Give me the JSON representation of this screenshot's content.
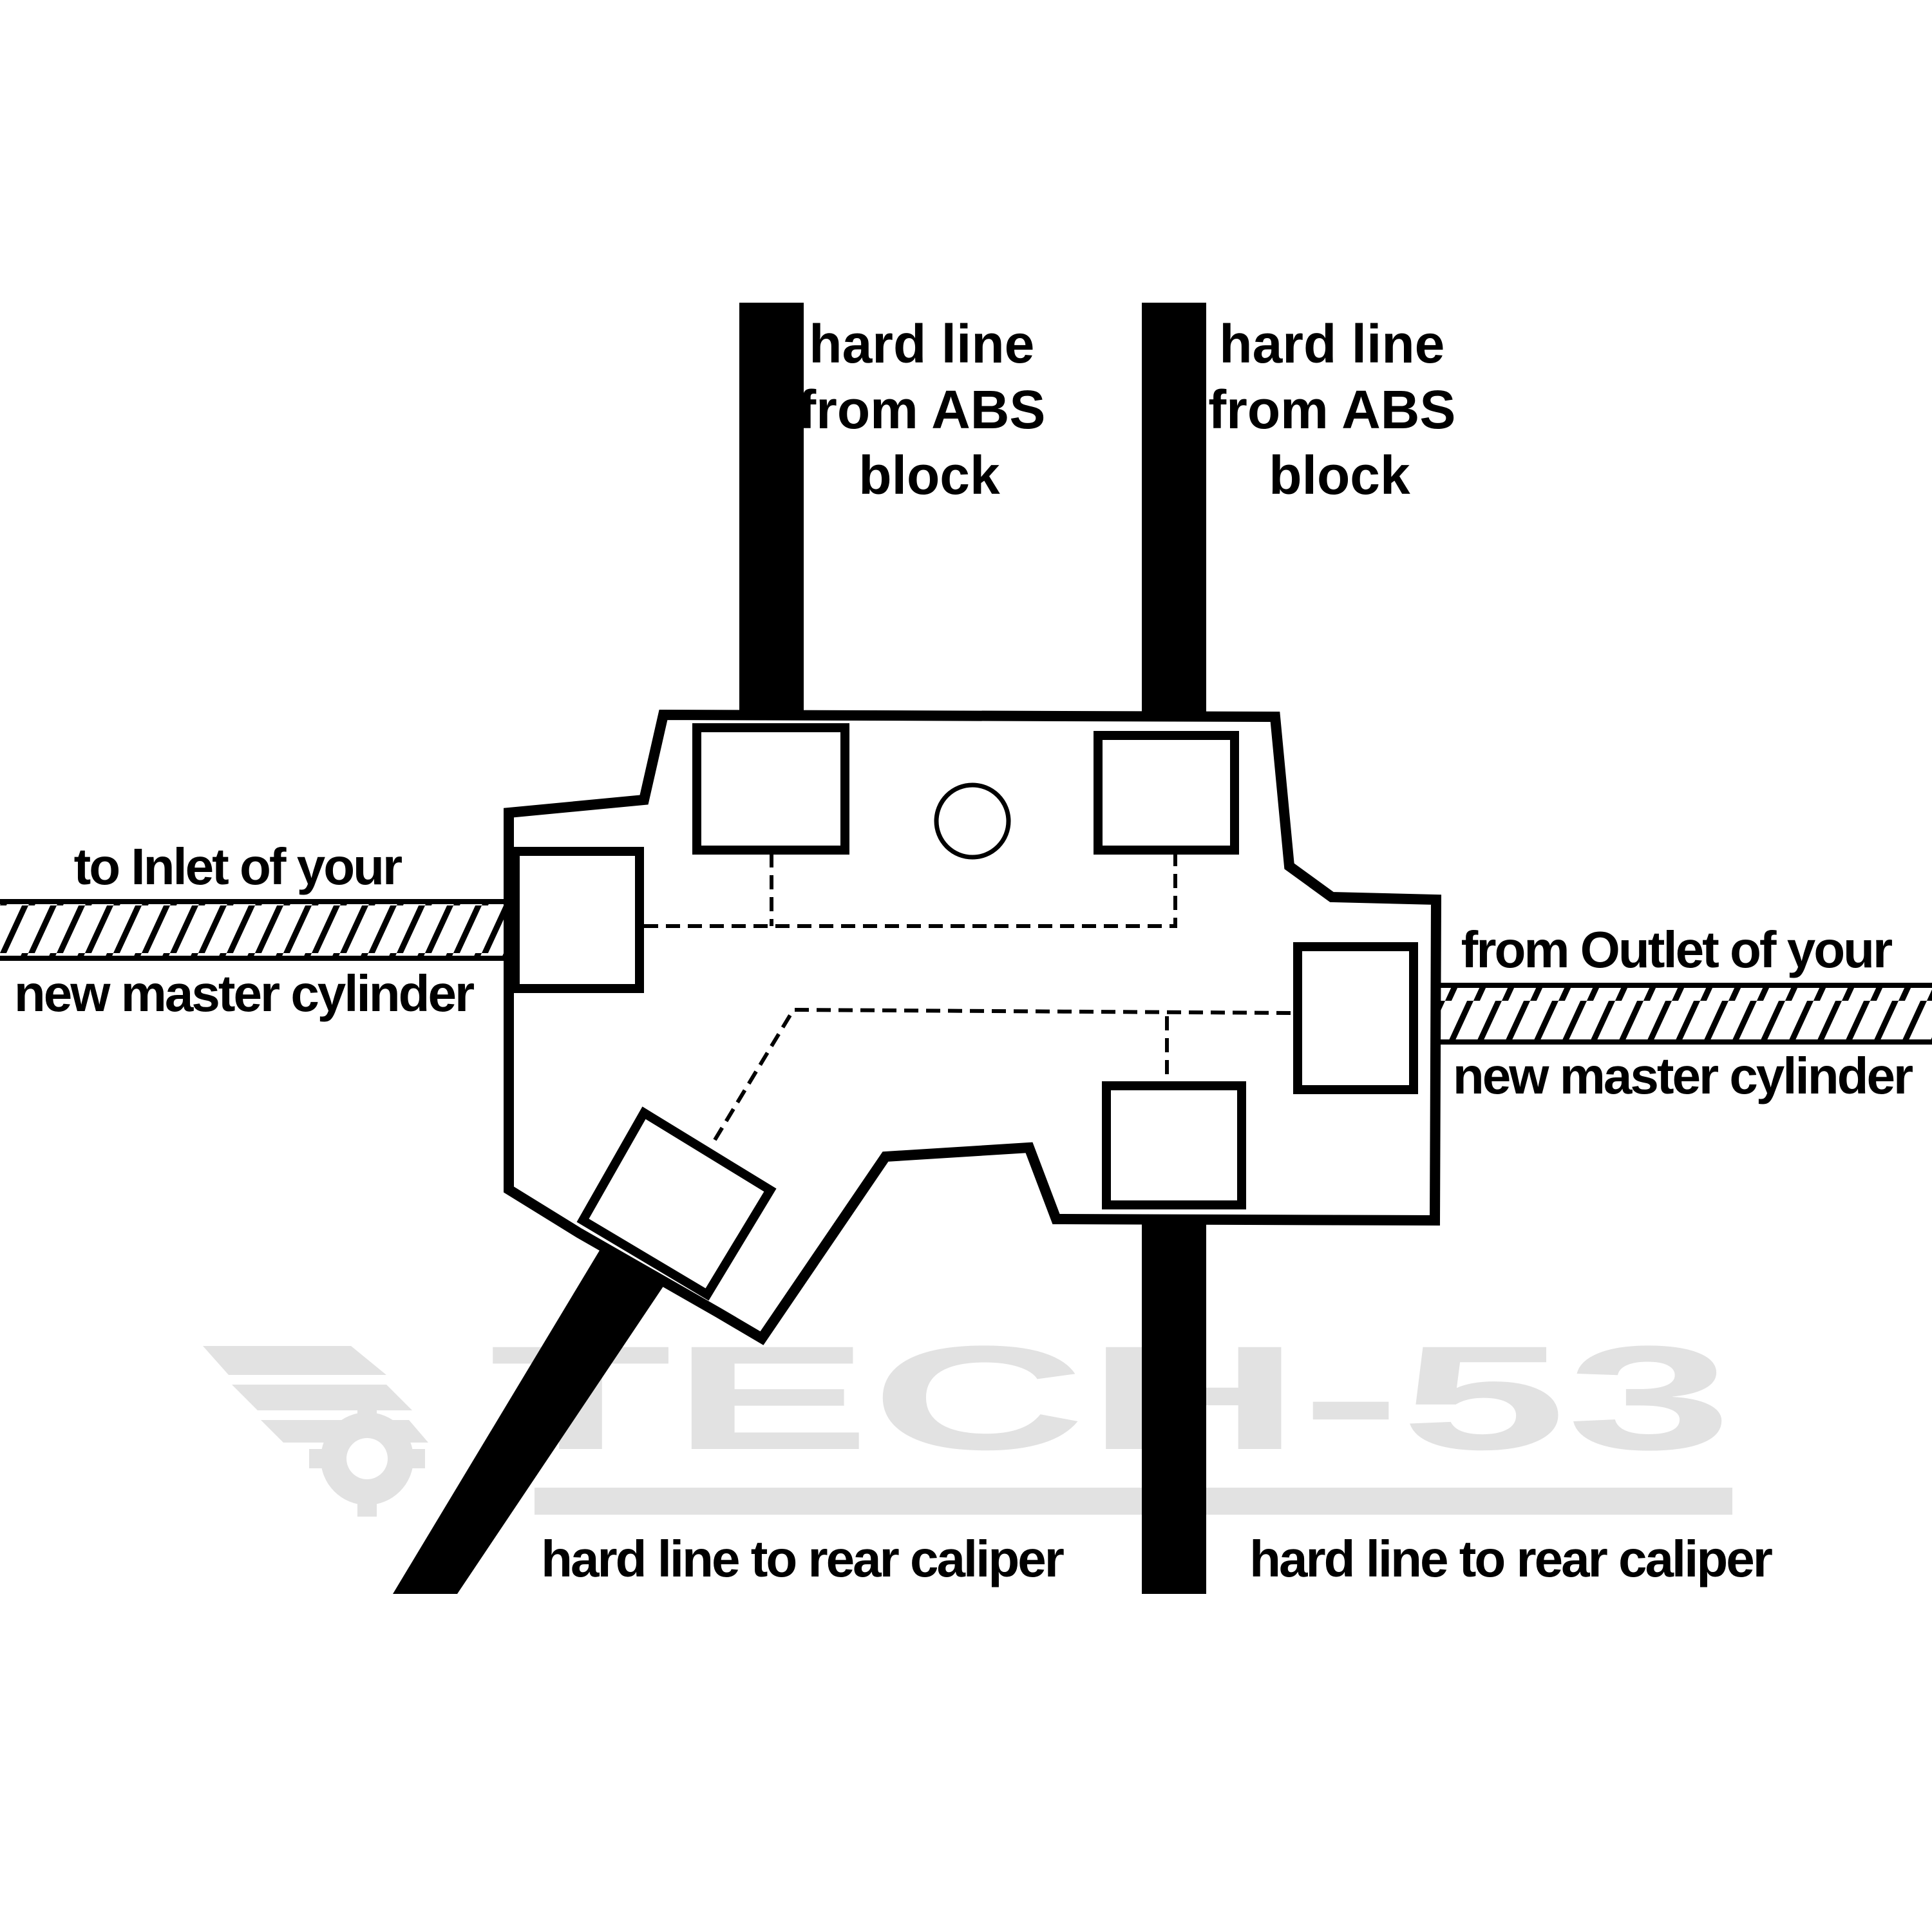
{
  "colors": {
    "line": "#000000",
    "background": "#ffffff",
    "watermark": "#e2e2e2"
  },
  "labels": {
    "abs_left": [
      "hard line",
      "from ABS",
      "block"
    ],
    "abs_right": [
      "hard line",
      "from ABS",
      "block"
    ],
    "inlet": [
      "to Inlet of your",
      "new master cylinder"
    ],
    "outlet": [
      "from Outlet of your",
      "new master cylinder"
    ],
    "rear_left": "hard line to rear caliper",
    "rear_right": "hard line to rear caliper"
  },
  "watermark": {
    "text": "TECH-53",
    "icon": "gear-wing-icon"
  }
}
